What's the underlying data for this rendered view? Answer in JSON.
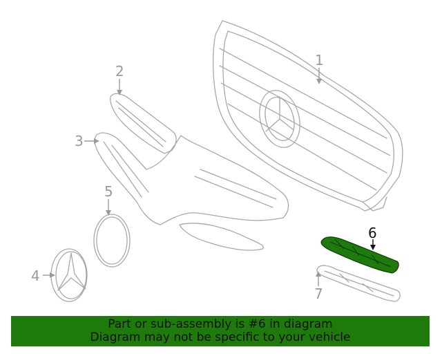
{
  "callouts": {
    "c1": "1",
    "c2": "2",
    "c3": "3",
    "c4": "4",
    "c5": "5",
    "c6": "6",
    "c7": "7"
  },
  "highlight": {
    "part_number": "6",
    "color": "#1f7a0c"
  },
  "banner": {
    "line1": "Part or sub-assembly is #6 in diagram",
    "line2": "Diagram may not be specific to your vehicle",
    "background": "#1f7a0c"
  }
}
